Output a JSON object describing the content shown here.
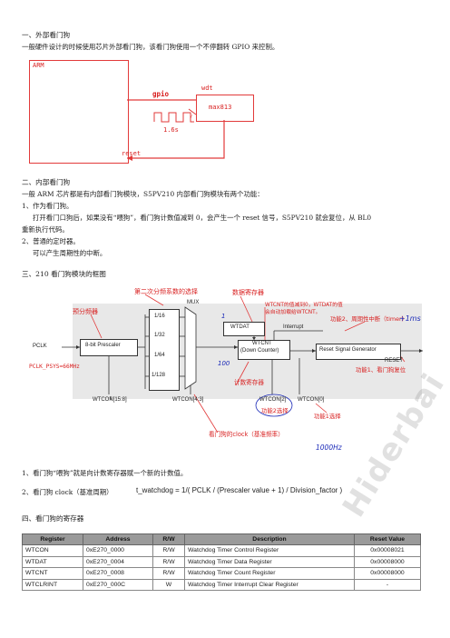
{
  "s1": {
    "heading": "一、外部看门狗",
    "desc": "一般硬件设计的时候使用芯片外部看门狗，该看门狗使用一个不停翻转 GPIO 来控制。"
  },
  "fig1": {
    "arm": "ARM",
    "gpio": "gpio",
    "wdt": "wdt",
    "chip": "max813",
    "time": "1.6s",
    "reset": "reset"
  },
  "s2": {
    "heading": "二、内部看门狗",
    "intro": "一般 ARM 芯片都是有内部看门狗模块，S5PV210 内部看门狗模块有两个功能：",
    "item1": "1、作为看门狗。",
    "item1_desc_l1": "打开看门口狗后，如果没有“喂狗”，看门狗计数值减到 0，会产生一个 reset 信号，S5PV210 就会复位，从 BL0",
    "item1_desc_l2": "重新执行代码。",
    "item2": "2、普通的定时器。",
    "item2_desc": "可以产生周期性的中断。"
  },
  "s3": {
    "heading": "三、210 看门狗模块的框图"
  },
  "fig2": {
    "pclk": "PCLK",
    "prescaler": "8-bit Prescaler",
    "mux": "MUX",
    "div": [
      "1/16",
      "1/32",
      "1/64",
      "1/128"
    ],
    "wtdat": "WTDAT",
    "wtcnt_l1": "WTCNT",
    "wtcnt_l2": "(Down Counter)",
    "interrupt": "Interrupt",
    "rsg": "Reset Signal Generator",
    "reset_out": "RESET",
    "wtcon158": "WTCON[15:8]",
    "wtcon43": "WTCON[4:3]",
    "wtcon2": "WTCON[2]",
    "wtcon0": "WTCON[0]",
    "a_second_div": "第二次分频系数的选择",
    "a_prescaler": "预分频器",
    "a_pclk": "PCLK_PSYS=66MHz",
    "a_data_reg": "数据寄存器",
    "a_wtcnt_note_l1": "WTCNT的值减到0，WTDAT的值",
    "a_wtcnt_note_l2": "会自动加载给WTCNT。",
    "a_func2": "功能2、周期性中断（timer）",
    "a_func1": "功能1、看门狗复位",
    "a_count_reg": "计数寄存器",
    "a_func2_sel": "功能2选择",
    "a_func1_sel": "功能1选择",
    "a_clock": "看门狗的clock（基准频率）",
    "h_num1": "1",
    "h_100": "100",
    "h_ms": "+1ms",
    "h_freq": "1000Hz"
  },
  "s3b": {
    "line1": "1、看门狗“喂狗”就是向计数寄存器赋一个新的计数值。",
    "line2_a": "2、看门狗 clock（基准周期）",
    "line2_formula": "t_watchdog    = 1/( PCLK / (Prescaler value + 1) / Division_factor )"
  },
  "s4": {
    "heading": "四、看门狗的寄存器",
    "columns": [
      "Register",
      "Address",
      "R/W",
      "Description",
      "Reset Value"
    ],
    "rows": [
      [
        "WTCON",
        "0xE270_0000",
        "R/W",
        "Watchdog Timer Control Register",
        "0x00008021"
      ],
      [
        "WTDAT",
        "0xE270_0004",
        "R/W",
        "Watchdog Timer Data Register",
        "0x00008000"
      ],
      [
        "WTCNT",
        "0xE270_0008",
        "R/W",
        "Watchdog Timer Count Register",
        "0x00008000"
      ],
      [
        "WTCLRINT",
        "0xE270_000C",
        "W",
        "Watchdog Timer Interrupt Clear Register",
        "-"
      ]
    ]
  },
  "watermark": "Hiderbai"
}
